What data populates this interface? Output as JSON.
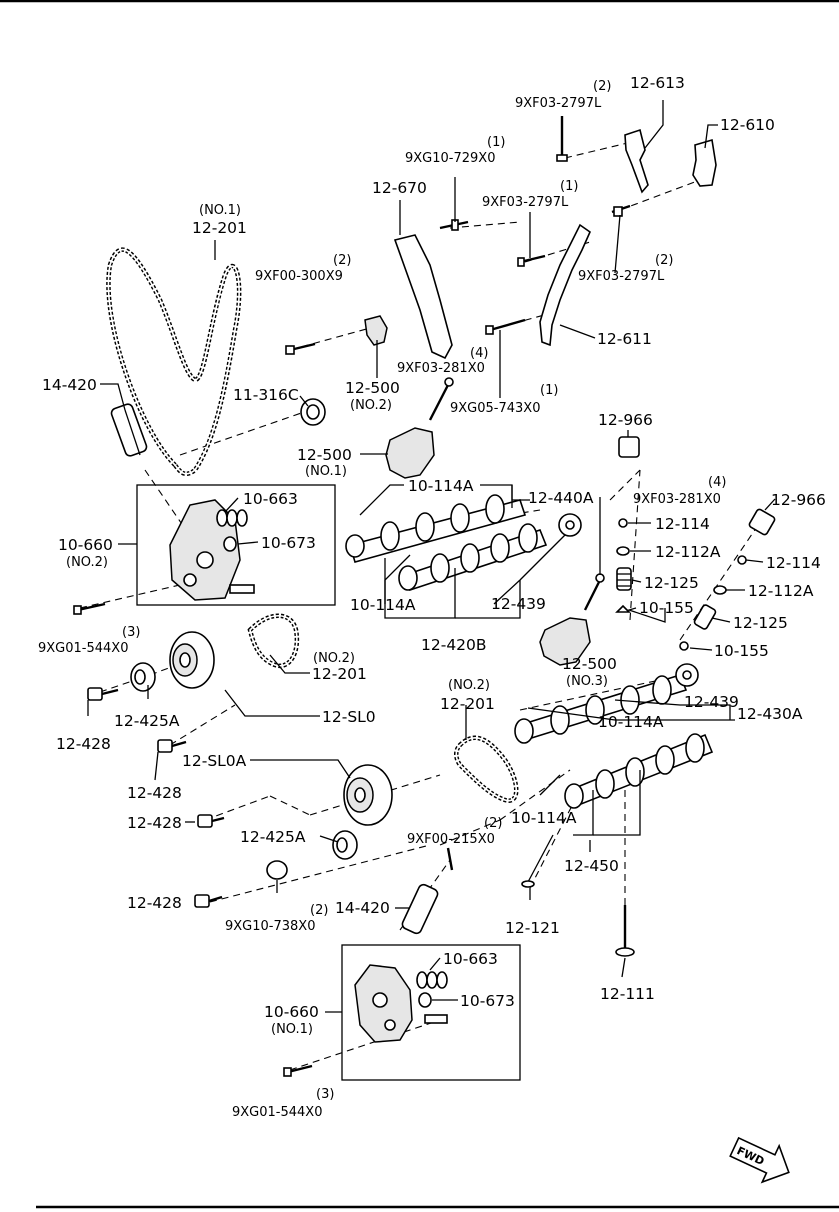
{
  "labels": {
    "l_12_613": "12-613",
    "l_12_610": "12-610",
    "l_9xf03_2797l_a_qty": "(2)",
    "l_9xf03_2797l_a": "9XF03-2797L",
    "l_9xg10_729x0_qty": "(1)",
    "l_9xg10_729x0": "9XG10-729X0",
    "l_9xf03_2797l_b_qty": "(1)",
    "l_9xf03_2797l_b": "9XF03-2797L",
    "l_12_670": "12-670",
    "l_12_201_no1_note": "(NO.1)",
    "l_12_201_no1": "12-201",
    "l_9xf00_300x9_qty": "(2)",
    "l_9xf00_300x9": "9XF00-300X9",
    "l_9xf03_2797l_c_qty": "(2)",
    "l_9xf03_2797l_c": "9XF03-2797L",
    "l_12_611": "12-611",
    "l_9xf03_281x0_a_qty": "(4)",
    "l_9xf03_281x0_a": "9XF03-281X0",
    "l_12_500_no2": "12-500",
    "l_12_500_no2_note": "(NO.2)",
    "l_9xg05_743x0_qty": "(1)",
    "l_9xg05_743x0": "9XG05-743X0",
    "l_14_420_a": "14-420",
    "l_11_316c": "11-316C",
    "l_12_966_a": "12-966",
    "l_12_500_no1": "12-500",
    "l_12_500_no1_note": "(NO.1)",
    "l_10_114a_a": "10-114A",
    "l_12_440a": "12-440A",
    "l_9xf03_281x0_b_qty": "(4)",
    "l_9xf03_281x0_b": "9XF03-281X0",
    "l_12_966_b": "12-966",
    "l_10_663_a": "10-663",
    "l_10_673_a": "10-673",
    "l_10_660_no2": "10-660",
    "l_10_660_no2_note": "(NO.2)",
    "l_12_114_a": "12-114",
    "l_12_112a_a": "12-112A",
    "l_12_114_b": "12-114",
    "l_12_125_a": "12-125",
    "l_12_112a_b": "12-112A",
    "l_10_155_a": "10-155",
    "l_12_125_b": "12-125",
    "l_10_114a_b": "10-114A",
    "l_12_439_a": "12-439",
    "l_9xg01_544x0_a_qty": "(3)",
    "l_9xg01_544x0_a": "9XG01-544X0",
    "l_12_420b": "12-420B",
    "l_10_155_b": "10-155",
    "l_12_201_no2a_note": "(NO.2)",
    "l_12_201_no2a": "12-201",
    "l_12_500_no3": "12-500",
    "l_12_500_no3_note": "(NO.3)",
    "l_12_439_b": "12-439",
    "l_12_428_a": "12-428",
    "l_12_425a_a": "12-425A",
    "l_12_sl0": "12-SL0",
    "l_12_201_no2b_note": "(NO.2)",
    "l_12_201_no2b": "12-201",
    "l_10_114a_c": "10-114A",
    "l_12_430a": "12-430A",
    "l_12_428_b": "12-428",
    "l_12_sl0a": "12-SL0A",
    "l_12_428_c": "12-428",
    "l_10_114a_d": "10-114A",
    "l_12_425a_b": "12-425A",
    "l_9xf00_215x0_qty": "(2)",
    "l_9xf00_215x0": "9XF00-215X0",
    "l_12_450": "12-450",
    "l_12_428_d": "12-428",
    "l_9xg10_738x0_qty": "(2)",
    "l_9xg10_738x0": "9XG10-738X0",
    "l_14_420_b": "14-420",
    "l_12_121": "12-121",
    "l_10_663_b": "10-663",
    "l_10_673_b": "10-673",
    "l_12_111": "12-111",
    "l_10_660_no1": "10-660",
    "l_10_660_no1_note": "(NO.1)",
    "l_9xg01_544x0_b_qty": "(3)",
    "l_9xg01_544x0_b": "9XG01-544X0",
    "fwd": "FWD"
  }
}
